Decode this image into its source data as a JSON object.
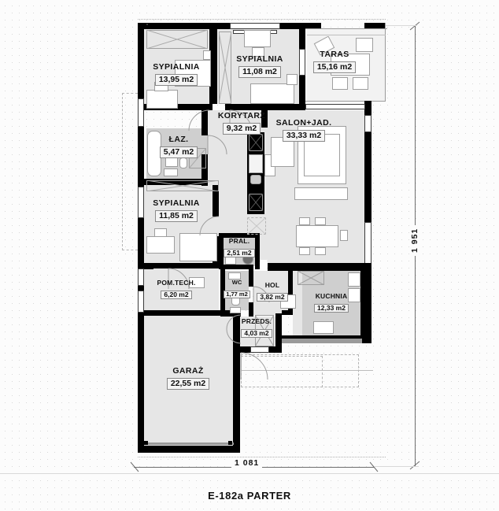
{
  "document": {
    "caption": "E-182a PARTER",
    "type": "floor-plan",
    "colors": {
      "wall": "#000000",
      "room_fill": "#e6e6e6",
      "kitchen_fill": "#cfcfcf",
      "terrace_fill": "#f2f2f2",
      "paper": "#fcfcfc",
      "dimension": "#6f6f6f"
    }
  },
  "dimensions": {
    "bottom": {
      "label": "1 081",
      "unit": "cm"
    },
    "right": {
      "label": "1 951",
      "unit": "cm"
    }
  },
  "rooms": [
    {
      "key": "sypialnia_1",
      "name": "SYPIALNIA",
      "area": "13,95 m2"
    },
    {
      "key": "sypialnia_2",
      "name": "SYPIALNIA",
      "area": "11,08 m2"
    },
    {
      "key": "taras",
      "name": "TARAS",
      "area": "15,16 m2"
    },
    {
      "key": "korytarz",
      "name": "KORYTARZ",
      "area": "9,32 m2"
    },
    {
      "key": "salon",
      "name": "SALON+JAD.",
      "area": "33,33 m2"
    },
    {
      "key": "lazienka",
      "name": "ŁAZ.",
      "area": "5,47 m2"
    },
    {
      "key": "sypialnia_3",
      "name": "SYPIALNIA",
      "area": "11,85 m2"
    },
    {
      "key": "pralnia",
      "name": "PRAL.",
      "area": "2,51 m2"
    },
    {
      "key": "wc",
      "name": "WC",
      "area": "1,77 m2"
    },
    {
      "key": "pom_tech",
      "name": "POM.TECH.",
      "area": "6,20 m2"
    },
    {
      "key": "hol",
      "name": "HOL",
      "area": "3,82 m2"
    },
    {
      "key": "kuchnia",
      "name": "KUCHNIA",
      "area": "12,33 m2"
    },
    {
      "key": "przedsionek",
      "name": "PRZEDS.",
      "area": "4,03 m2"
    },
    {
      "key": "garaz",
      "name": "GARAŻ",
      "area": "22,55 m2"
    }
  ]
}
